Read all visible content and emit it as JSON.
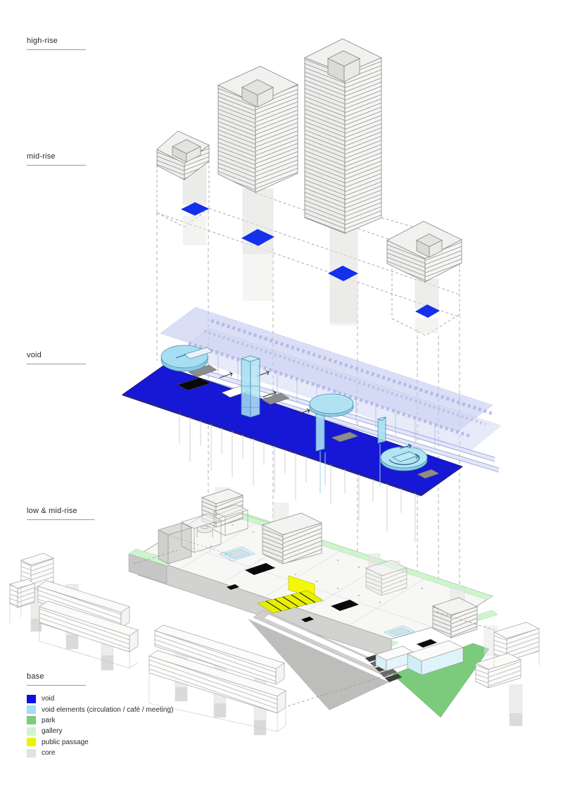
{
  "sections": [
    {
      "label": "high-rise"
    },
    {
      "label": "mid-rise"
    },
    {
      "label": "void"
    },
    {
      "label": "low & mid-rise"
    },
    {
      "label": "base"
    }
  ],
  "legend": {
    "items": [
      {
        "label": "void",
        "color": "#0f0fe8"
      },
      {
        "label": "void elements (circulation / café / meeting)",
        "color": "#a5ddf2"
      },
      {
        "label": "park",
        "color": "#7ccb7c"
      },
      {
        "label": "gallery",
        "color": "#cdf5cd"
      },
      {
        "label": "public passage",
        "color": "#ebf400"
      },
      {
        "label": "core",
        "color": "#e2e2e2"
      }
    ]
  }
}
